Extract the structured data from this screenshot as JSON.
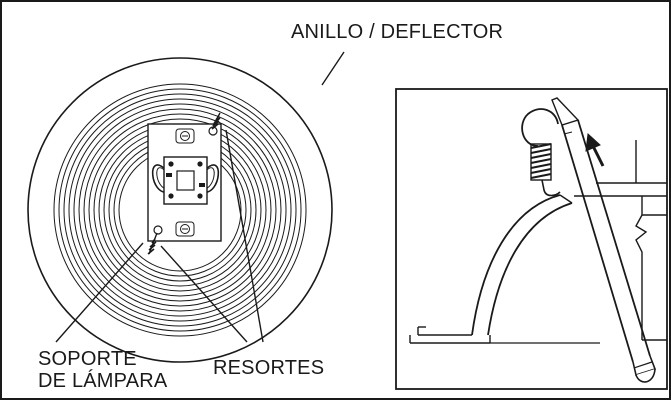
{
  "labels": {
    "ring": "ANILLO / DEFLECTOR",
    "socket_line1": "SOPORTE",
    "socket_line2": "DE LÁMPARA",
    "springs": "RESORTES"
  },
  "colors": {
    "ink": "#1a1a1a",
    "background": "#ffffff"
  }
}
